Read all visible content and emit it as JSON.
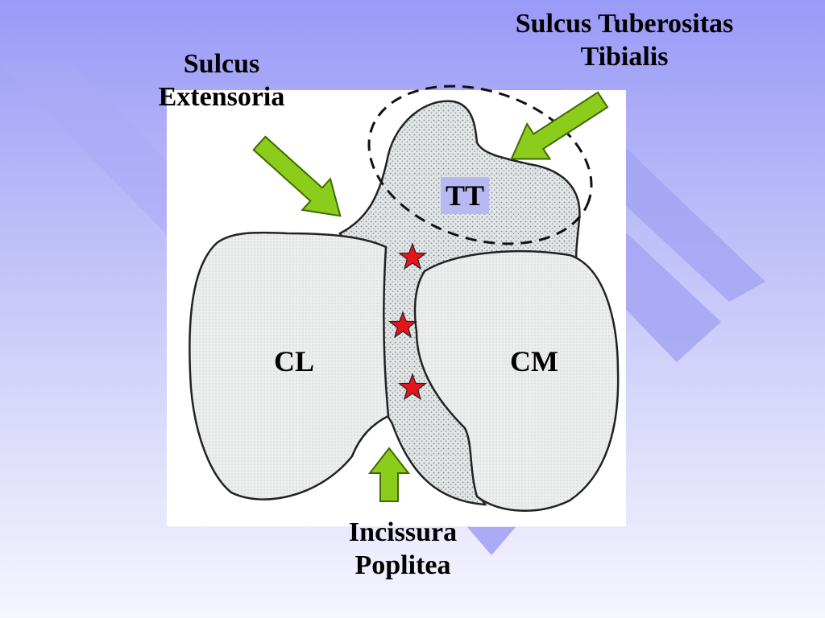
{
  "labels": {
    "sulcus_extensoria": [
      "Sulcus",
      "Extensoria"
    ],
    "sulcus_tuberositas_tibialis": [
      "Sulcus Tuberositas",
      "Tibialis"
    ],
    "incissura_poplitea": [
      "Incissura",
      "Poplitea"
    ]
  },
  "regions": {
    "cl": "CL",
    "cm": "CM",
    "tt": "TT"
  },
  "colors": {
    "arrow": "#8ccc1a",
    "arrow_outline": "#3f6b00",
    "star": "#e8141c",
    "condyle_fill": "#e9ecec",
    "stipple_fill": "#d6dadb",
    "background_top": "#9a9af8",
    "background_bottom": "#f6f6ff"
  },
  "stars_count": 3
}
